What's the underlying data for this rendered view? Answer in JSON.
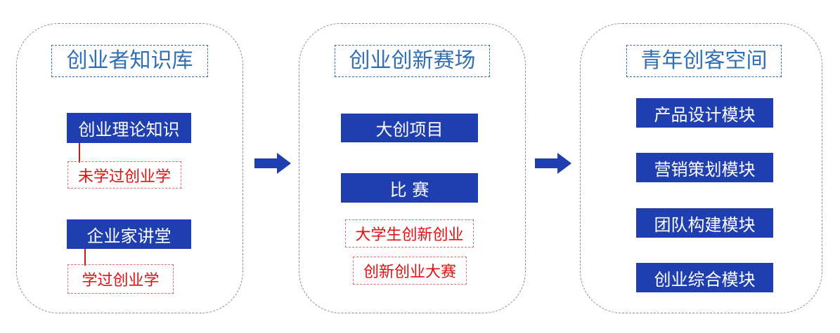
{
  "colors": {
    "panel_border": "#8c8c8c",
    "title": "#2f6fb5",
    "box_fill": "#1f3fb0",
    "box_text": "#ffffff",
    "note_text": "#e01010",
    "arrow": "#1f3fb0"
  },
  "panels": [
    {
      "title": "创业者知识库",
      "boxes": [
        {
          "label": "创业理论知识",
          "note": "未学过创业学"
        },
        {
          "label": "企业家讲堂",
          "note": "学过创业学"
        }
      ]
    },
    {
      "title": "创业创新赛场",
      "boxes": [
        {
          "label": "大创项目"
        },
        {
          "label": "比 赛",
          "notes": [
            "大学生创新创业",
            "创新创业大赛"
          ]
        }
      ]
    },
    {
      "title": "青年创客空间",
      "boxes": [
        {
          "label": "产品设计模块"
        },
        {
          "label": "营销策划模块"
        },
        {
          "label": "团队构建模块"
        },
        {
          "label": "创业综合模块"
        }
      ]
    }
  ],
  "arrows": [
    "right-arrow",
    "right-arrow"
  ]
}
